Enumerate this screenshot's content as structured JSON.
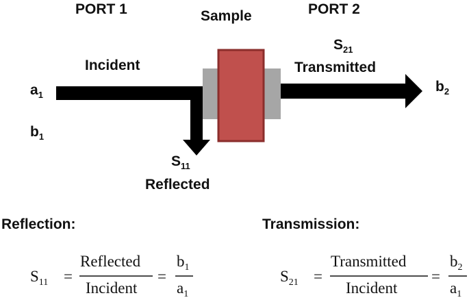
{
  "colors": {
    "arrow": "#000000",
    "sample_fill": "#c0504d",
    "sample_stroke": "#8b2e2c",
    "adapter_fill": "#a6a6a6",
    "text": "#111111"
  },
  "labels": {
    "port1": "PORT 1",
    "port2": "PORT 2",
    "sample": "Sample",
    "incident": "Incident",
    "transmitted": "Transmitted",
    "reflected": "Reflected",
    "s21": {
      "base": "S",
      "sub": "21"
    },
    "s11": {
      "base": "S",
      "sub": "11"
    },
    "a1": {
      "base": "a",
      "sub": "1"
    },
    "b1": {
      "base": "b",
      "sub": "1"
    },
    "b2": {
      "base": "b",
      "sub": "2"
    }
  },
  "reflection": {
    "heading": "Reflection:",
    "lhs": {
      "base": "S",
      "sub": "11"
    },
    "eq": "=",
    "numerator": "Reflected",
    "denominator": "Incident",
    "eq2": "=",
    "num2": {
      "base": "b",
      "sub": "1"
    },
    "den2": {
      "base": "a",
      "sub": "1"
    }
  },
  "transmission": {
    "heading": "Transmission:",
    "lhs": {
      "base": "S",
      "sub": "21"
    },
    "eq": "=",
    "numerator": "Transmitted",
    "denominator": "Incident",
    "eq2": "=",
    "num2": {
      "base": "b",
      "sub": "2"
    },
    "den2": {
      "base": "a",
      "sub": "1"
    }
  }
}
